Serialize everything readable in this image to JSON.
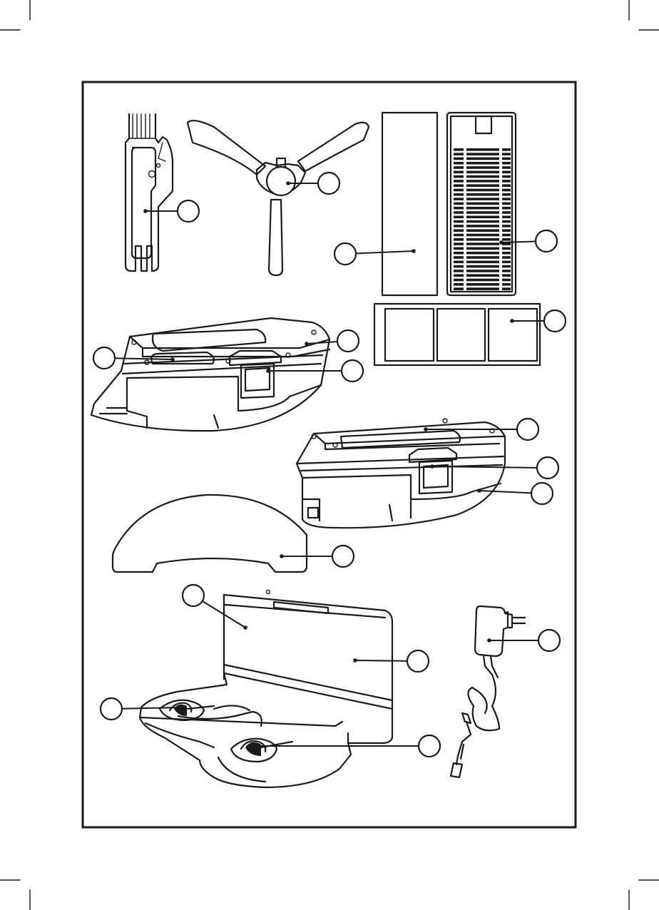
{
  "figure": {
    "parts": [
      "cleaning-tool",
      "side-brush",
      "sponge-filter",
      "hepa-filter",
      "filter-frame",
      "dust-bin",
      "water-tank",
      "water-tank-cover",
      "charging-dock",
      "power-adapter"
    ],
    "callout_count": 16,
    "callout_labels": []
  },
  "colors": {
    "line": "#1a1a1a",
    "background": "#ffffff"
  }
}
